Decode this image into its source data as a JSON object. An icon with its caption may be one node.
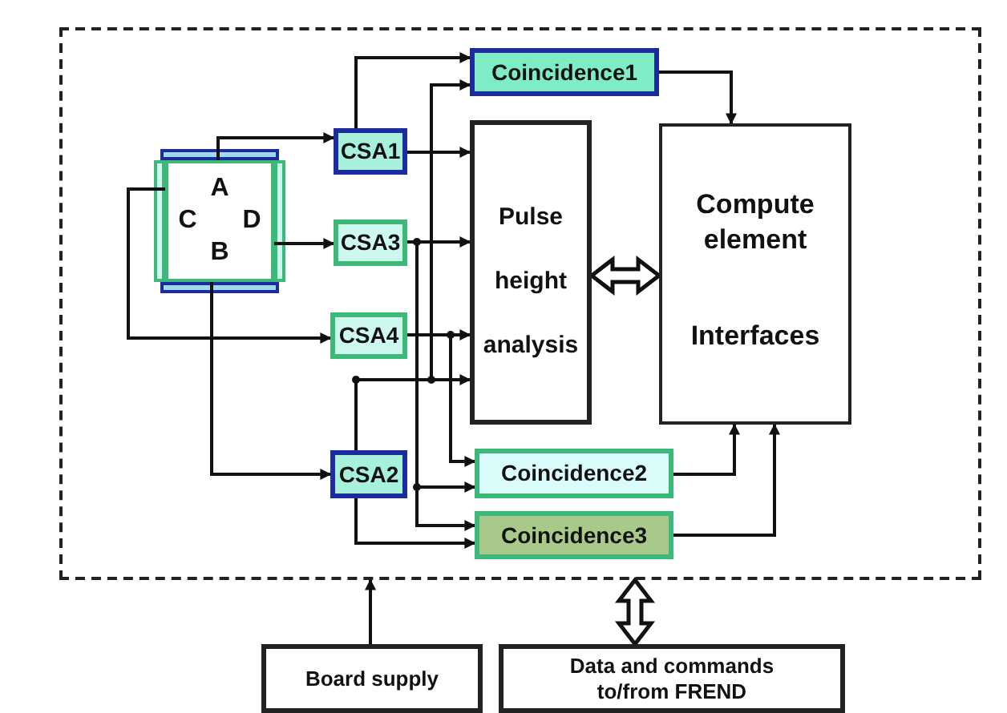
{
  "diagram": {
    "nodes": [
      {
        "text": [],
        "shape": "box"
      },
      {
        "text": [
          "A",
          "C",
          "D",
          "B"
        ],
        "in": 0
      },
      {
        "text": [
          "CSA1"
        ],
        "in": 0
      },
      {
        "text": [
          "CSA3"
        ],
        "in": 0
      },
      {
        "text": [
          "CSA4"
        ],
        "in": 0
      },
      {
        "text": [
          "CSA2"
        ],
        "in": 0
      },
      {
        "text": [
          "Coincidence1"
        ],
        "in": 0
      },
      {
        "text": [
          "Pulse height analysis"
        ],
        "in": 0
      },
      {
        "text": [
          "Compute element",
          "Interfaces"
        ],
        "in": 0
      },
      {
        "text": [
          "Coincidence2"
        ],
        "in": 0
      },
      {
        "text": [
          "Coincidence3"
        ],
        "in": 0
      },
      {
        "text": [
          "Board supply"
        ]
      },
      {
        "text": [
          "Data and commands to/from FREND"
        ]
      }
    ],
    "edges": [
      {
        "from": 1,
        "to": 2,
        "arrow": "to"
      },
      {
        "from": 1,
        "to": 3,
        "arrow": "to"
      },
      {
        "from": 1,
        "to": 4,
        "arrow": "to"
      },
      {
        "from": 1,
        "to": 5,
        "arrow": "to"
      },
      {
        "from": 2,
        "to": 6,
        "arrow": "to"
      },
      {
        "from": 2,
        "to": 7,
        "arrow": "to"
      },
      {
        "from": 3,
        "to": 7,
        "arrow": "to"
      },
      {
        "from": 4,
        "to": 7,
        "arrow": "to"
      },
      {
        "from": 5,
        "to": 7,
        "arrow": "to"
      },
      {
        "from": 5,
        "to": 6,
        "arrow": "to"
      },
      {
        "from": 3,
        "to": 9,
        "arrow": "to"
      },
      {
        "from": 3,
        "to": 10,
        "arrow": "to"
      },
      {
        "from": 4,
        "to": 9,
        "arrow": "to"
      },
      {
        "from": 5,
        "to": 10,
        "arrow": "to"
      },
      {
        "from": 6,
        "to": 8,
        "arrow": "to"
      },
      {
        "from": 9,
        "to": 8,
        "arrow": "to"
      },
      {
        "from": 10,
        "to": 8,
        "arrow": "to"
      },
      {
        "from": 7,
        "to": 8,
        "arrow": "both",
        "style": "thick"
      },
      {
        "from": 11,
        "to": 0,
        "arrow": "to"
      },
      {
        "from": 12,
        "to": 0,
        "arrow": "both",
        "style": "thick"
      }
    ]
  }
}
